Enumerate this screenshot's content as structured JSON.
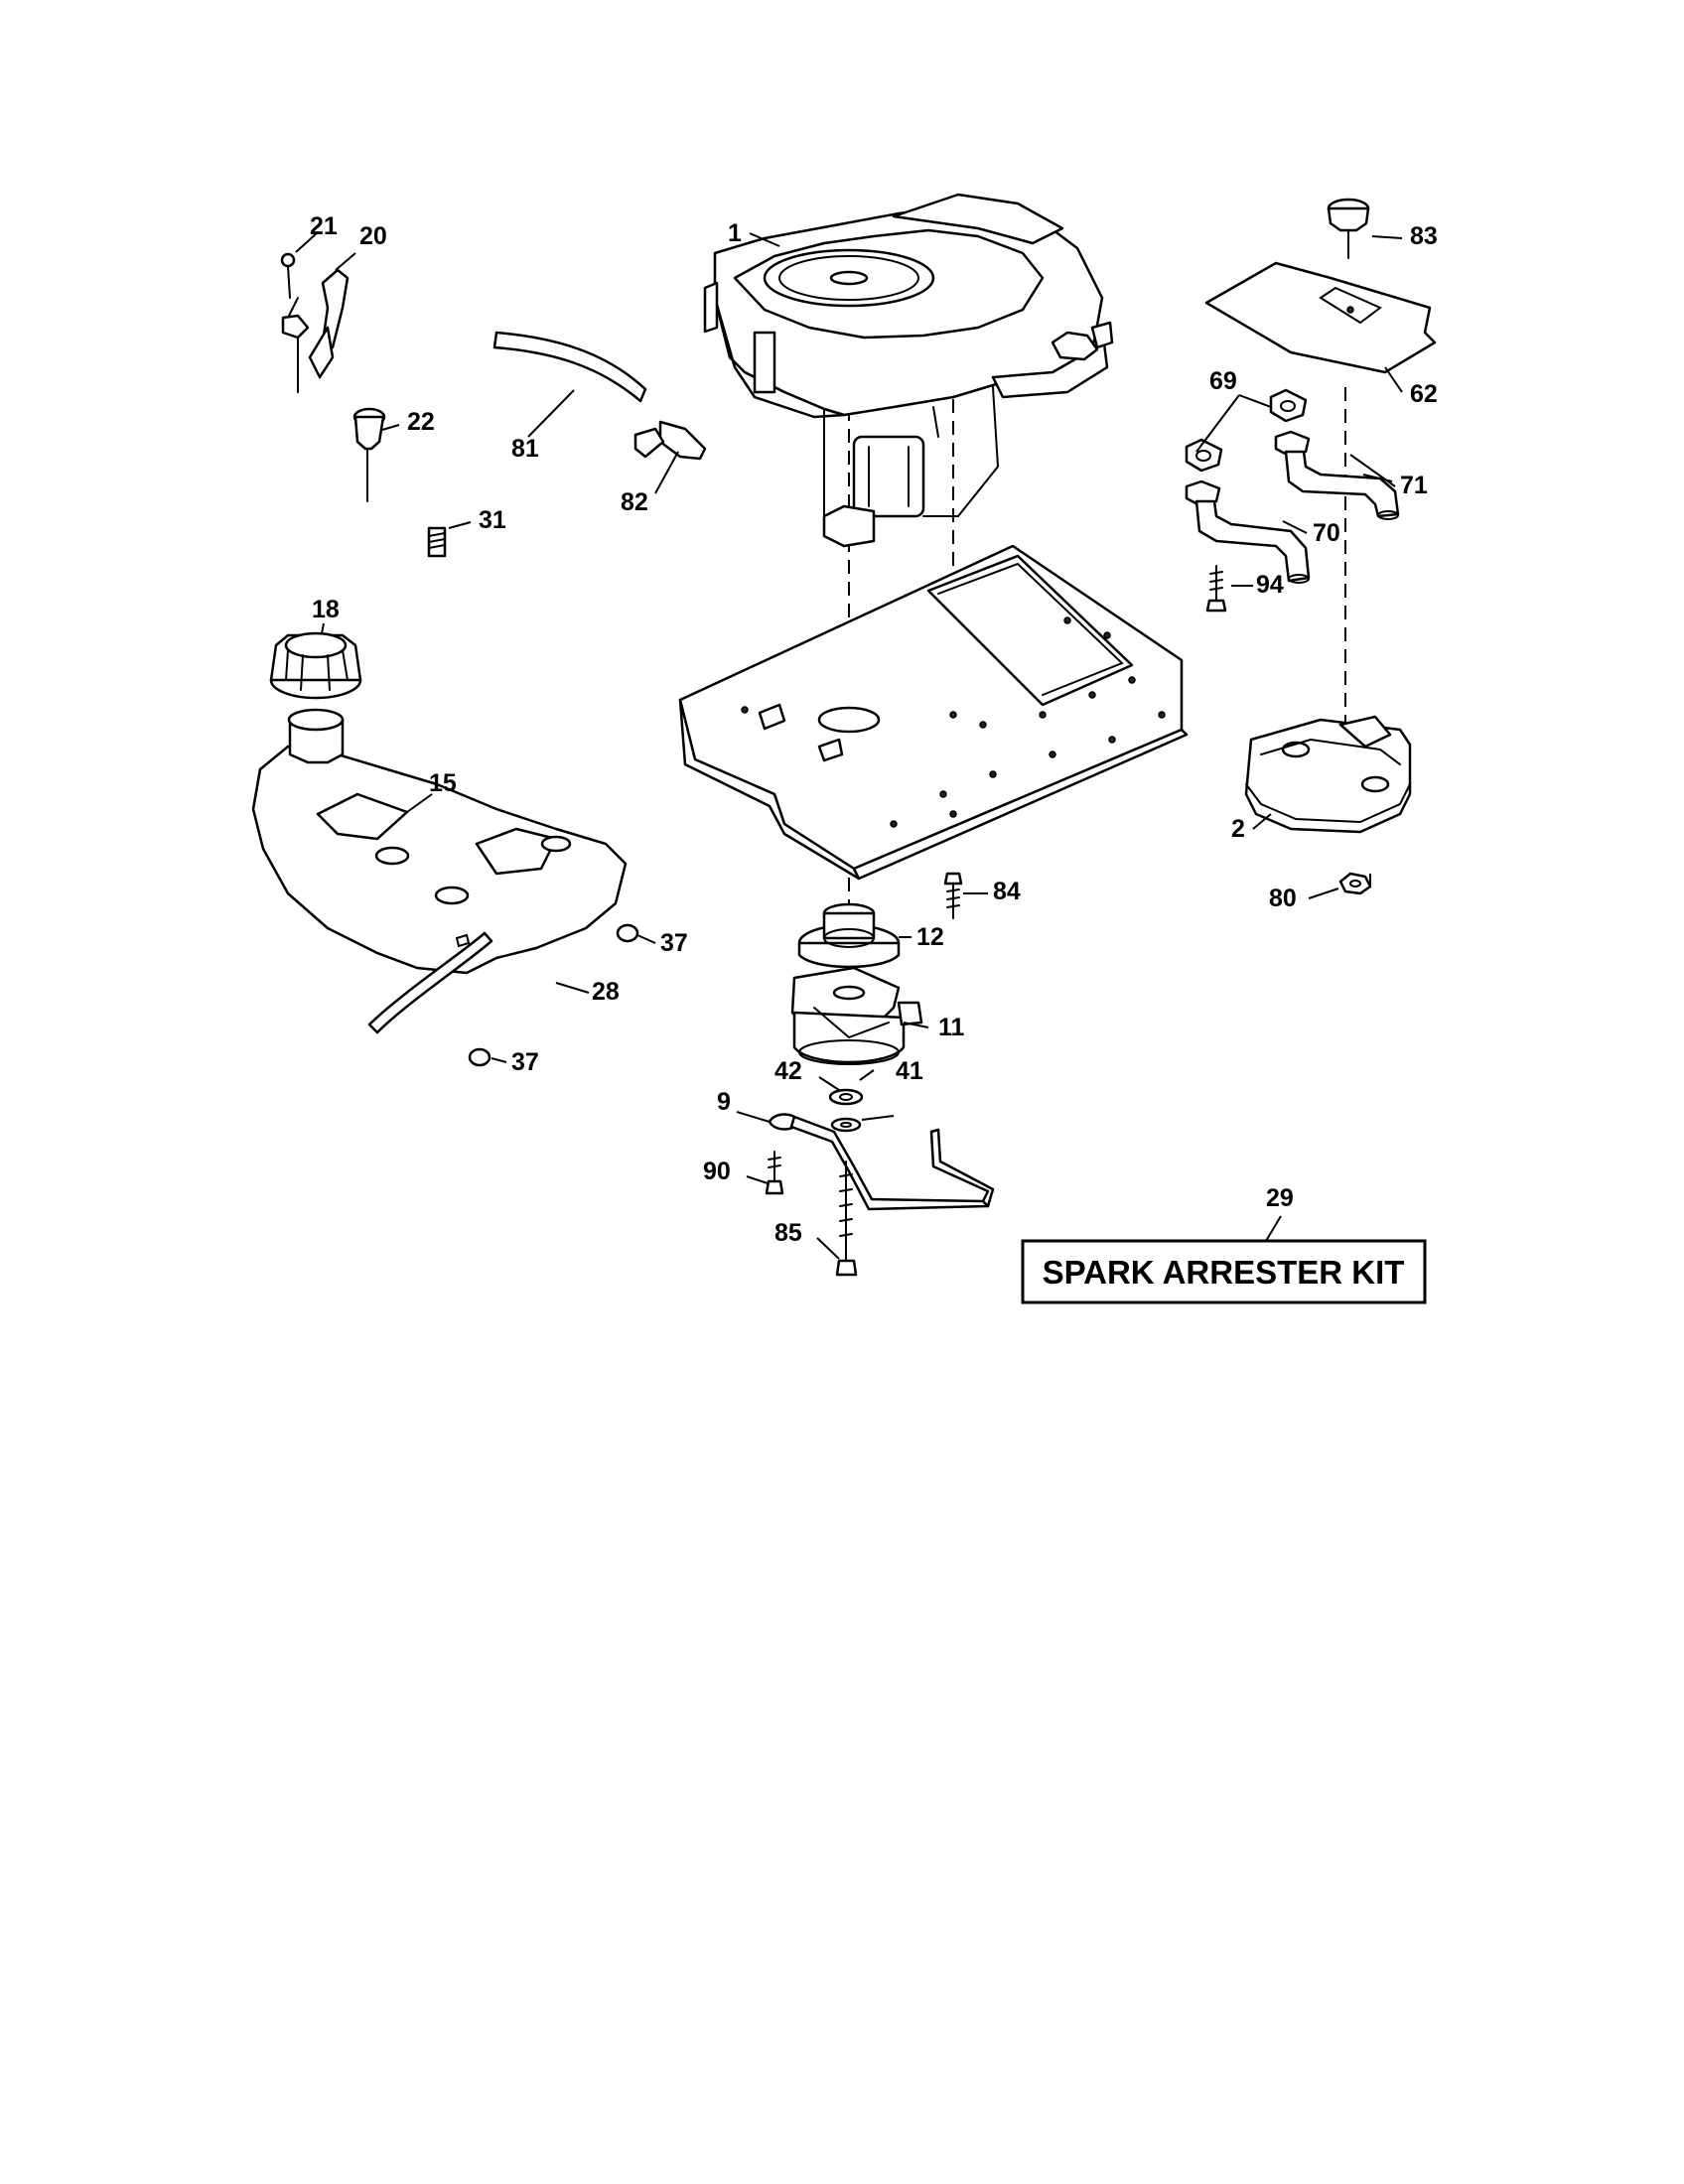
{
  "callouts": {
    "c1": "1",
    "c2": "2",
    "c9": "9",
    "c11": "11",
    "c12": "12",
    "c15": "15",
    "c18": "18",
    "c20": "20",
    "c21": "21",
    "c22": "22",
    "c28": "28",
    "c29": "29",
    "c31": "31",
    "c37a": "37",
    "c37b": "37",
    "c41": "41",
    "c42": "42",
    "c62": "62",
    "c69": "69",
    "c70": "70",
    "c71": "71",
    "c80": "80",
    "c81": "81",
    "c82": "82",
    "c83": "83",
    "c84": "84",
    "c85": "85",
    "c90": "90",
    "c94": "94"
  },
  "kit_label": "SPARK ARRESTER KIT"
}
